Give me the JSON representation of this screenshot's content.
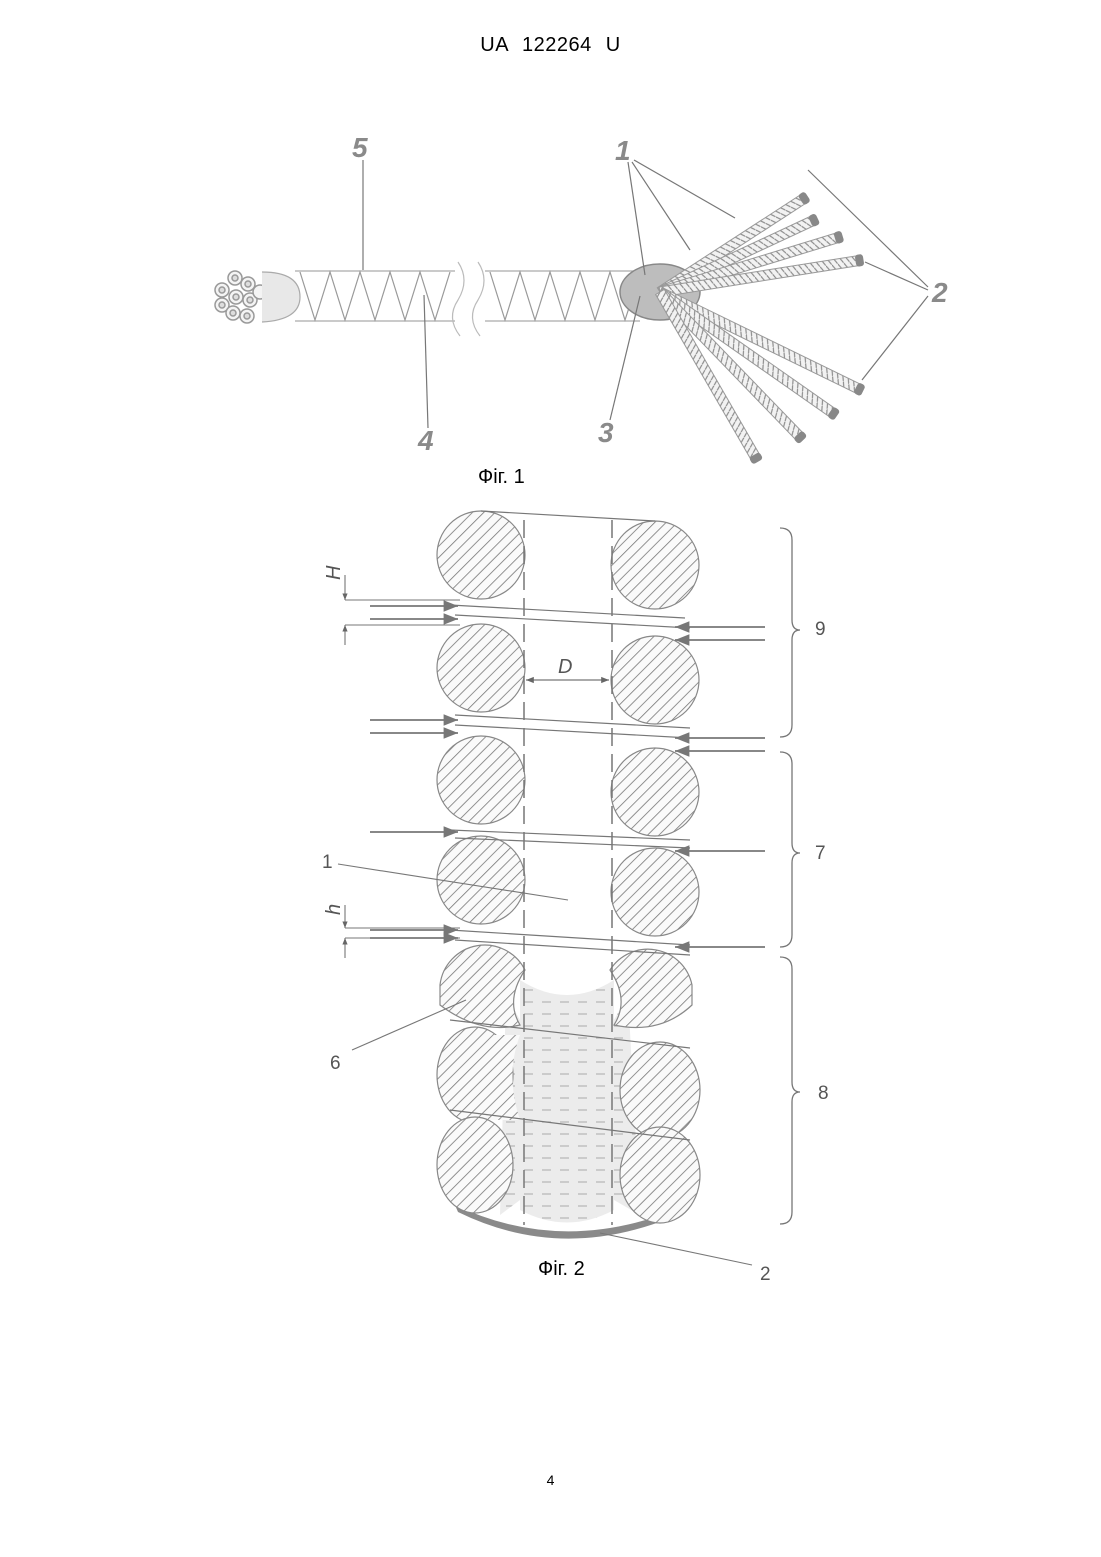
{
  "header": {
    "patent_number": "UA   122264   U"
  },
  "figure1": {
    "caption": "Фіг. 1",
    "labels": {
      "l5": "5",
      "l1": "1",
      "l2": "2",
      "l4": "4",
      "l3": "3"
    }
  },
  "figure2": {
    "caption": "Фіг. 2",
    "labels": {
      "H": "H",
      "D": "D",
      "h": "h",
      "l1": "1",
      "l6": "6",
      "l9": "9",
      "l7": "7",
      "l8": "8",
      "l2": "2"
    }
  },
  "page_number": "4"
}
